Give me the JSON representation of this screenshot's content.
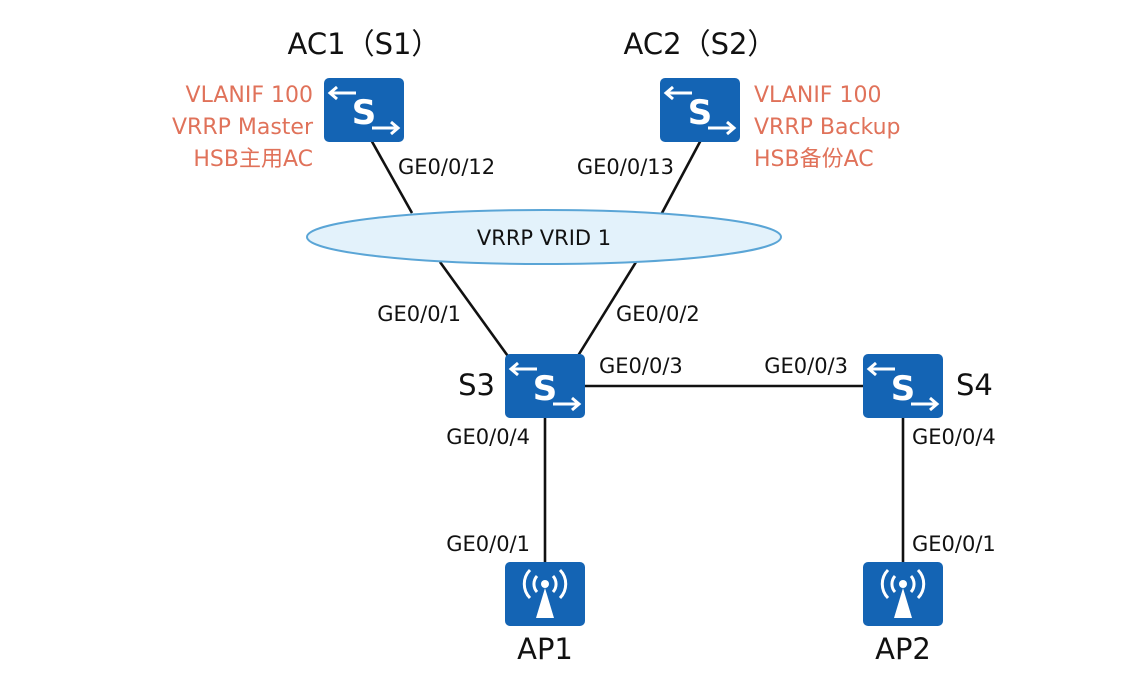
{
  "devices": {
    "ac1": {
      "name": "AC1（S1）",
      "note": [
        "VLANIF 100",
        "VRRP Master",
        "HSB主用AC"
      ],
      "icon": "switch-icon"
    },
    "ac2": {
      "name": "AC2（S2）",
      "note": [
        "VLANIF 100",
        "VRRP Backup",
        "HSB备份AC"
      ],
      "icon": "switch-icon"
    },
    "s3": {
      "name": "S3",
      "icon": "switch-icon"
    },
    "s4": {
      "name": "S4",
      "icon": "switch-icon"
    },
    "ap1": {
      "name": "AP1",
      "icon": "access-point-icon"
    },
    "ap2": {
      "name": "AP2",
      "icon": "access-point-icon"
    }
  },
  "vrrp_group": {
    "label": "VRRP VRID 1"
  },
  "ports": {
    "ac1_down": "GE0/0/12",
    "ac2_down": "GE0/0/13",
    "s3_up_left": "GE0/0/1",
    "s3_up_right": "GE0/0/2",
    "s3_right": "GE0/0/3",
    "s4_left": "GE0/0/3",
    "s3_down": "GE0/0/4",
    "s4_down": "GE0/0/4",
    "ap1_up": "GE0/0/1",
    "ap2_up": "GE0/0/1"
  },
  "colors": {
    "device": "#1464b4",
    "note": "#e0725a",
    "ellipse_fill": "#e3f2fb",
    "ellipse_stroke": "#5aa5d6"
  }
}
